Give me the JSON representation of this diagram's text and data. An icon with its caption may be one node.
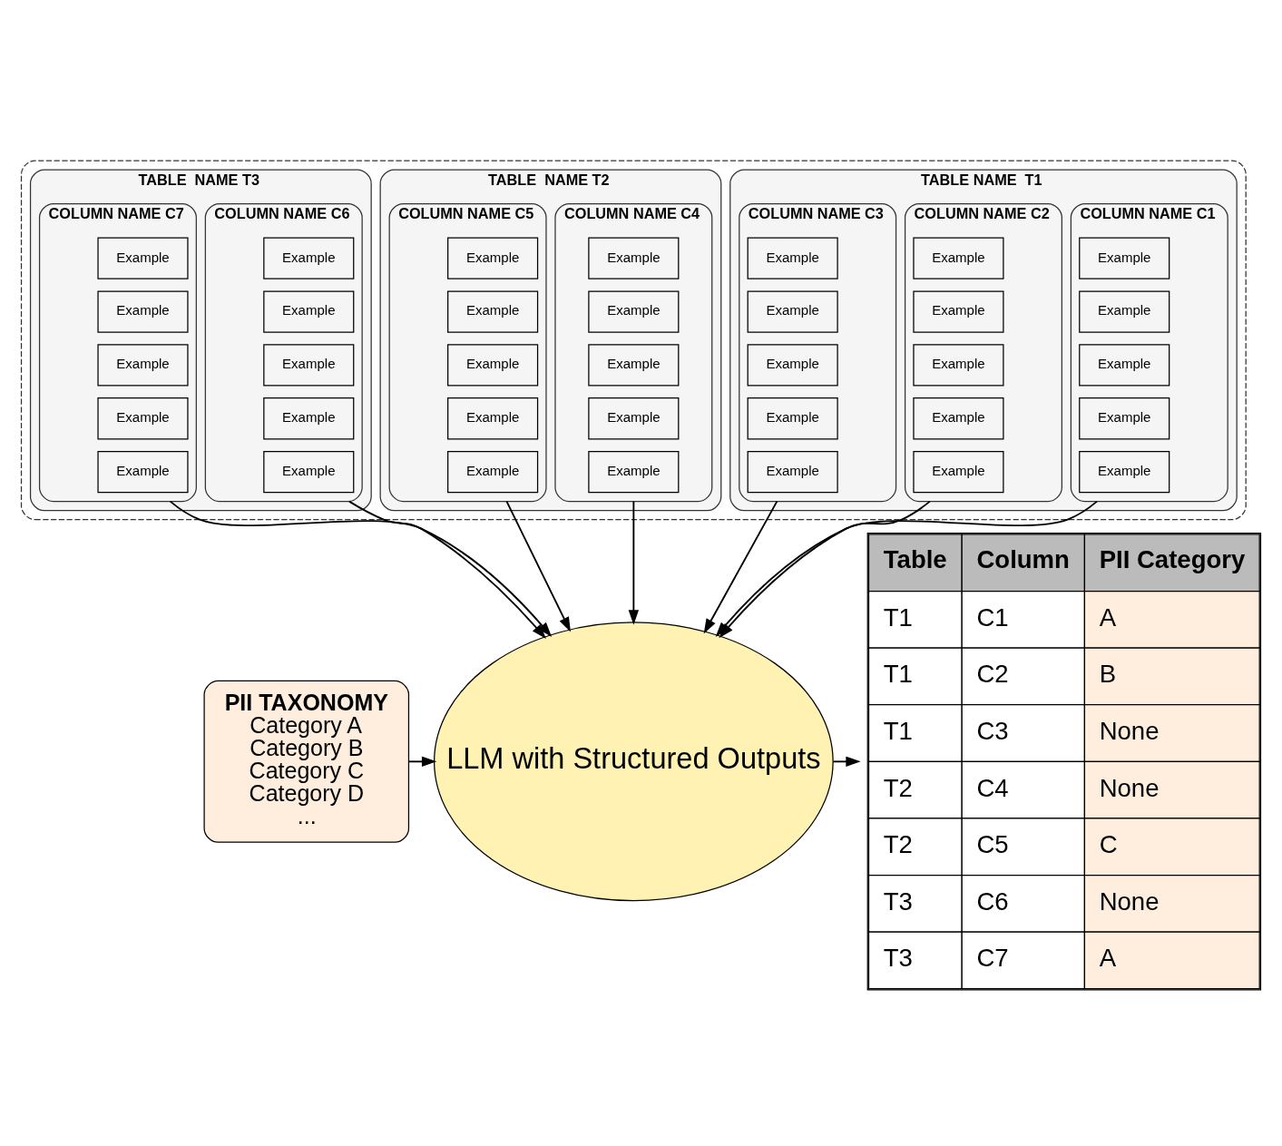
{
  "diagram": {
    "nodes": [
      {
        "text": [],
        "shape": "box"
      },
      {
        "text": [
          "TABLE NAME  T1"
        ],
        "in": 0
      },
      {
        "text": [
          "COLUMN NAME C1"
        ],
        "in": 1
      },
      {
        "text": [
          "Example"
        ],
        "in": 2
      },
      {
        "text": [
          "Example"
        ],
        "in": 2
      },
      {
        "text": [
          "Example"
        ],
        "in": 2
      },
      {
        "text": [
          "Example"
        ],
        "in": 2
      },
      {
        "text": [
          "Example"
        ],
        "in": 2
      },
      {
        "text": [
          "COLUMN NAME C2"
        ],
        "in": 1
      },
      {
        "text": [
          "Example"
        ],
        "in": 8
      },
      {
        "text": [
          "Example"
        ],
        "in": 8
      },
      {
        "text": [
          "Example"
        ],
        "in": 8
      },
      {
        "text": [
          "Example"
        ],
        "in": 8
      },
      {
        "text": [
          "Example"
        ],
        "in": 8
      },
      {
        "text": [
          "COLUMN NAME C3"
        ],
        "in": 1
      },
      {
        "text": [
          "Example"
        ],
        "in": 14
      },
      {
        "text": [
          "Example"
        ],
        "in": 14
      },
      {
        "text": [
          "Example"
        ],
        "in": 14
      },
      {
        "text": [
          "Example"
        ],
        "in": 14
      },
      {
        "text": [
          "Example"
        ],
        "in": 14
      },
      {
        "text": [
          "TABLE  NAME T2"
        ],
        "in": 0
      },
      {
        "text": [
          "COLUMN NAME C4"
        ],
        "in": 20
      },
      {
        "text": [
          "Example"
        ],
        "in": 21
      },
      {
        "text": [
          "Example"
        ],
        "in": 21
      },
      {
        "text": [
          "Example"
        ],
        "in": 21
      },
      {
        "text": [
          "Example"
        ],
        "in": 21
      },
      {
        "text": [
          "Example"
        ],
        "in": 21
      },
      {
        "text": [
          "COLUMN NAME C5"
        ],
        "in": 20
      },
      {
        "text": [
          "Example"
        ],
        "in": 27
      },
      {
        "text": [
          "Example"
        ],
        "in": 27
      },
      {
        "text": [
          "Example"
        ],
        "in": 27
      },
      {
        "text": [
          "Example"
        ],
        "in": 27
      },
      {
        "text": [
          "Example"
        ],
        "in": 27
      },
      {
        "text": [
          "TABLE  NAME T3"
        ],
        "in": 0
      },
      {
        "text": [
          "COLUMN NAME C6"
        ],
        "in": 33
      },
      {
        "text": [
          "Example"
        ],
        "in": 34
      },
      {
        "text": [
          "Example"
        ],
        "in": 34
      },
      {
        "text": [
          "Example"
        ],
        "in": 34
      },
      {
        "text": [
          "Example"
        ],
        "in": 34
      },
      {
        "text": [
          "Example"
        ],
        "in": 34
      },
      {
        "text": [
          "COLUMN NAME C7"
        ],
        "in": 33
      },
      {
        "text": [
          "Example"
        ],
        "in": 40
      },
      {
        "text": [
          "Example"
        ],
        "in": 40
      },
      {
        "text": [
          "Example"
        ],
        "in": 40
      },
      {
        "text": [
          "Example"
        ],
        "in": 40
      },
      {
        "text": [
          "Example"
        ],
        "in": 40
      },
      {
        "text": [
          "PII TAXONOMY",
          "Category A",
          "Category B",
          "Category C",
          "Category D",
          "..."
        ]
      },
      {
        "text": [
          "LLM with Structured Outputs"
        ]
      },
      {
        "text": [
          "Table",
          "Column",
          "PII Category",
          "T1",
          "C1",
          "A",
          "T1",
          "C2",
          "B",
          "T1",
          "C3",
          "None",
          "T2",
          "C4",
          "None",
          "T2",
          "C5",
          "C",
          "T3",
          "C6",
          "None",
          "T3",
          "C7",
          "A"
        ]
      }
    ],
    "edges": [
      {
        "from": 2,
        "to": 47,
        "arrow": "to"
      },
      {
        "from": 8,
        "to": 47,
        "arrow": "to"
      },
      {
        "from": 14,
        "to": 47,
        "arrow": "to"
      },
      {
        "from": 21,
        "to": 47,
        "arrow": "to"
      },
      {
        "from": 27,
        "to": 47,
        "arrow": "to"
      },
      {
        "from": 34,
        "to": 47,
        "arrow": "to"
      },
      {
        "from": 40,
        "to": 47,
        "arrow": "to"
      },
      {
        "from": 46,
        "to": 47,
        "arrow": "to"
      },
      {
        "from": 47,
        "to": 48,
        "arrow": "to"
      }
    ]
  }
}
